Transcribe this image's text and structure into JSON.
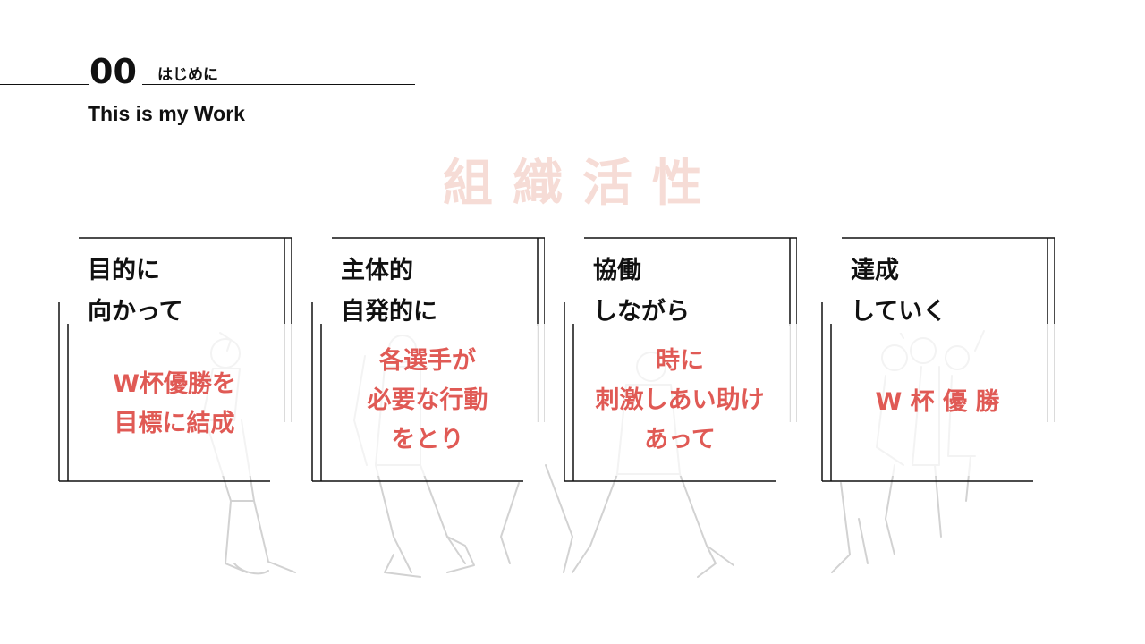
{
  "header": {
    "number": "00",
    "label": "はじめに",
    "subtitle": "This is my Work"
  },
  "watermark": "組織活性",
  "cards": [
    {
      "heading": [
        "目的に",
        "向かって"
      ],
      "message": [
        "W杯優勝を",
        "目標に結成"
      ]
    },
    {
      "heading": [
        "主体的",
        "自発的に"
      ],
      "message": [
        "各選手が",
        "必要な行動",
        "をとり"
      ]
    },
    {
      "heading": [
        "協働",
        "しながら"
      ],
      "message": [
        "時に",
        "刺激しあい助け",
        "あって"
      ]
    },
    {
      "heading": [
        "達成",
        "していく"
      ],
      "message": [
        "W 杯 優 勝"
      ]
    }
  ],
  "colors": {
    "accent": "#e05a55",
    "watermark": "#f6dcd6",
    "text": "#111111",
    "illustration": "#d4d4d4"
  }
}
